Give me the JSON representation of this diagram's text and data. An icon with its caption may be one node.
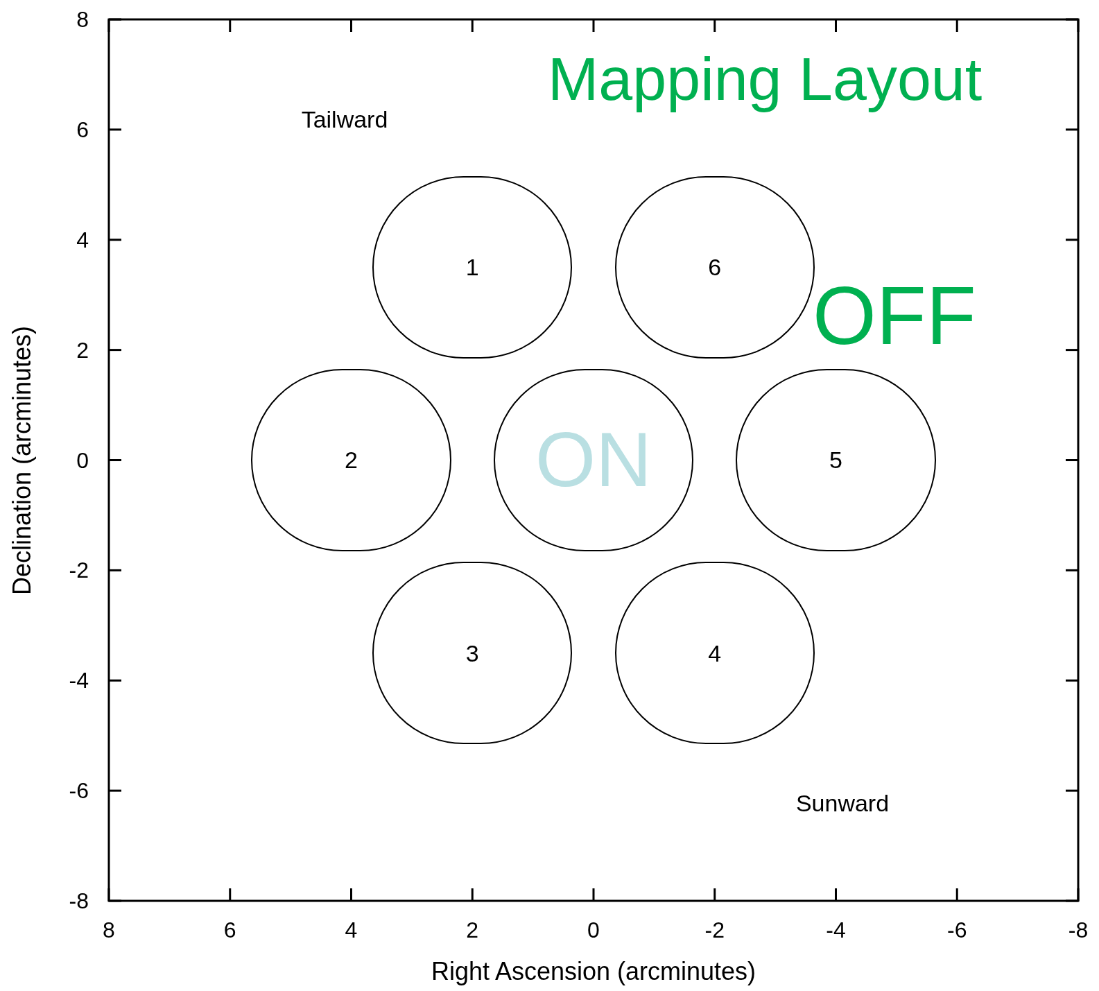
{
  "diagram": {
    "title": "Mapping Layout",
    "nodes": [
      {
        "text": [
          "1"
        ]
      },
      {
        "text": [
          "6"
        ]
      },
      {
        "text": [
          "2"
        ]
      },
      {
        "text": [
          "ON"
        ]
      },
      {
        "text": [
          "5"
        ]
      },
      {
        "text": [
          "3"
        ]
      },
      {
        "text": [
          "4"
        ]
      }
    ],
    "labels": [
      "Tailward",
      "OFF",
      "Sunward",
      "8",
      "6",
      "4",
      "2",
      "0",
      "-2",
      "-4",
      "-6",
      "-8",
      "8",
      "6",
      "4",
      "2",
      "0",
      "-2",
      "-4",
      "-6",
      "-8",
      "Right Ascension (arcminutes)",
      "Declination (arcminutes)"
    ]
  }
}
